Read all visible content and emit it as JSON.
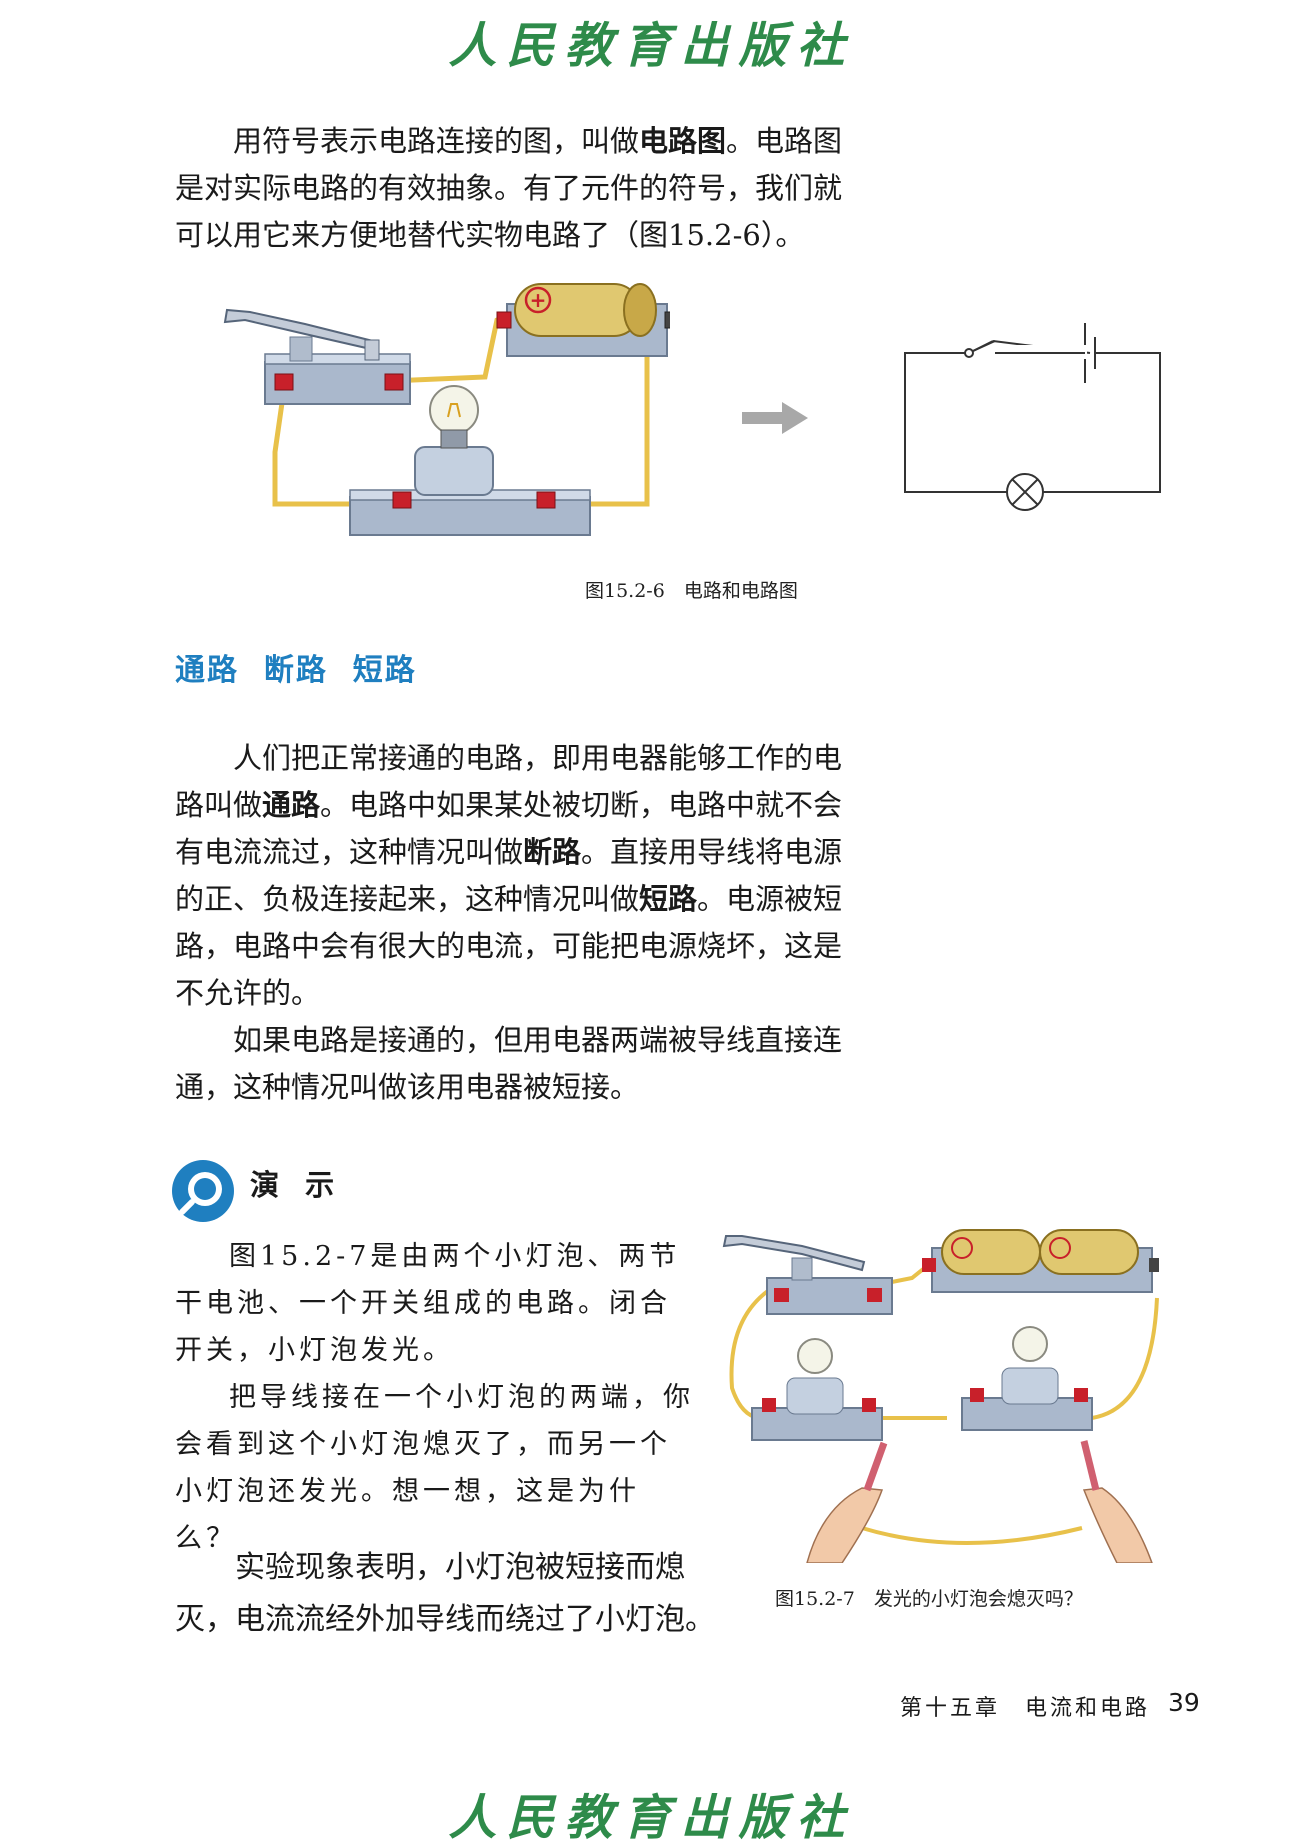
{
  "header": {
    "publisher_logo": "人民教育出版社"
  },
  "intro": {
    "before": "用符号表示电路连接的图，叫做",
    "term": "电路图",
    "after": "。电路图是对实际电路的有效抽象。有了元件的符号，我们就可以用它来方便地替代实物电路了（图15.2-6）。"
  },
  "figure1": {
    "caption": "图15.2-6　电路和电路图"
  },
  "section": {
    "heading": "通路  断路  短路",
    "p1": {
      "s1": "人们把正常接通的电路，即用电器能够工作的电路叫做",
      "t1": "通路",
      "s2": "。电路中如果某处被切断，电路中就不会有电流流过，这种情况叫做",
      "t2": "断路",
      "s3": "。直接用导线将电源的正、负极连接起来，这种情况叫做",
      "t3": "短路",
      "s4": "。电源被短路，电路中会有很大的电流，可能把电源烧坏，这是不允许的。"
    },
    "p2": "如果电路是接通的，但用电器两端被导线直接连通，这种情况叫做该用电器被短接。"
  },
  "demo": {
    "title": "演 示",
    "p1": "图15.2-7是由两个小灯泡、两节干电池、一个开关组成的电路。闭合开关，小灯泡发光。",
    "p2": "把导线接在一个小灯泡的两端，你会看到这个小灯泡熄灭了，而另一个小灯泡还发光。想一想，这是为什么？",
    "conclusion": "实验现象表明，小灯泡被短接而熄灭，电流流经外加导线而绕过了小灯泡。"
  },
  "figure2": {
    "caption": "图15.2-7　发光的小灯泡会熄灭吗？"
  },
  "footer": {
    "chapter": "第十五章　电流和电路",
    "page_number": "39"
  },
  "colors": {
    "heading_blue": "#1f7fc0",
    "logo_green": "#2e8b4a",
    "wire_yellow": "#e8c14a",
    "terminal_red": "#c8202a"
  }
}
